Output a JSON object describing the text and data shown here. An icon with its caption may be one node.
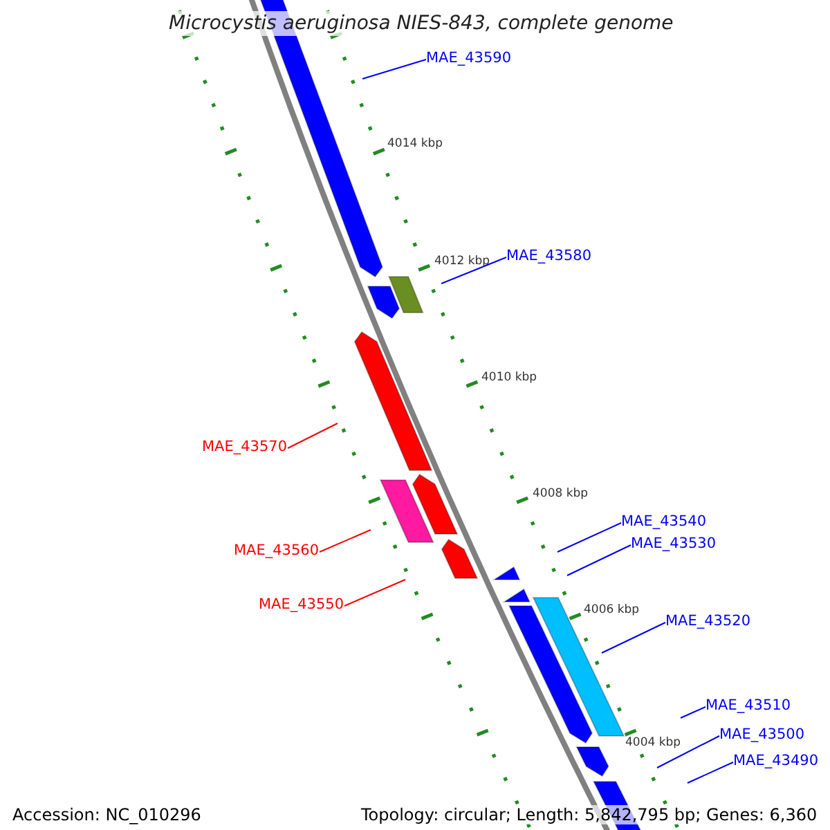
{
  "diagram": {
    "title": "Microcystis aeruginosa NIES-843, complete genome",
    "nodes": [
      {
        "text": [
          "MAE_43590"
        ]
      },
      {
        "text": [
          "MAE_43580"
        ]
      },
      {
        "text": [
          "MAE_43570"
        ]
      },
      {
        "text": [
          "MAE_43560"
        ]
      },
      {
        "text": [
          "MAE_43550"
        ]
      },
      {
        "text": [
          "MAE_43540"
        ]
      },
      {
        "text": [
          "MAE_43530"
        ]
      },
      {
        "text": [
          "MAE_43520"
        ]
      },
      {
        "text": [
          "MAE_43510"
        ]
      },
      {
        "text": [
          "MAE_43500"
        ]
      },
      {
        "text": [
          "MAE_43490"
        ]
      }
    ],
    "edges": [
      {
        "from": 0,
        "to": null,
        "arrow": "none"
      },
      {
        "from": 1,
        "to": null,
        "arrow": "none"
      },
      {
        "from": 2,
        "to": null,
        "arrow": "none",
        "color": "#ff0000"
      },
      {
        "from": 3,
        "to": null,
        "arrow": "none",
        "color": "#ff0000"
      },
      {
        "from": 4,
        "to": null,
        "arrow": "none",
        "color": "#ff0000"
      },
      {
        "from": 5,
        "to": null,
        "arrow": "none"
      },
      {
        "from": 6,
        "to": null,
        "arrow": "none"
      },
      {
        "from": 7,
        "to": null,
        "arrow": "none"
      },
      {
        "from": 8,
        "to": null,
        "arrow": "none"
      },
      {
        "from": 9,
        "to": null,
        "arrow": "none"
      },
      {
        "from": 10,
        "to": null,
        "arrow": "none"
      }
    ],
    "labels": [
      "4014 kbp",
      "4012 kbp",
      "4010 kbp",
      "4008 kbp",
      "4006 kbp",
      "4004 kbp",
      "Accession: NC_010296",
      "Topology: circular; Length: 5,842,795 bp; Genes: 6,360"
    ]
  }
}
